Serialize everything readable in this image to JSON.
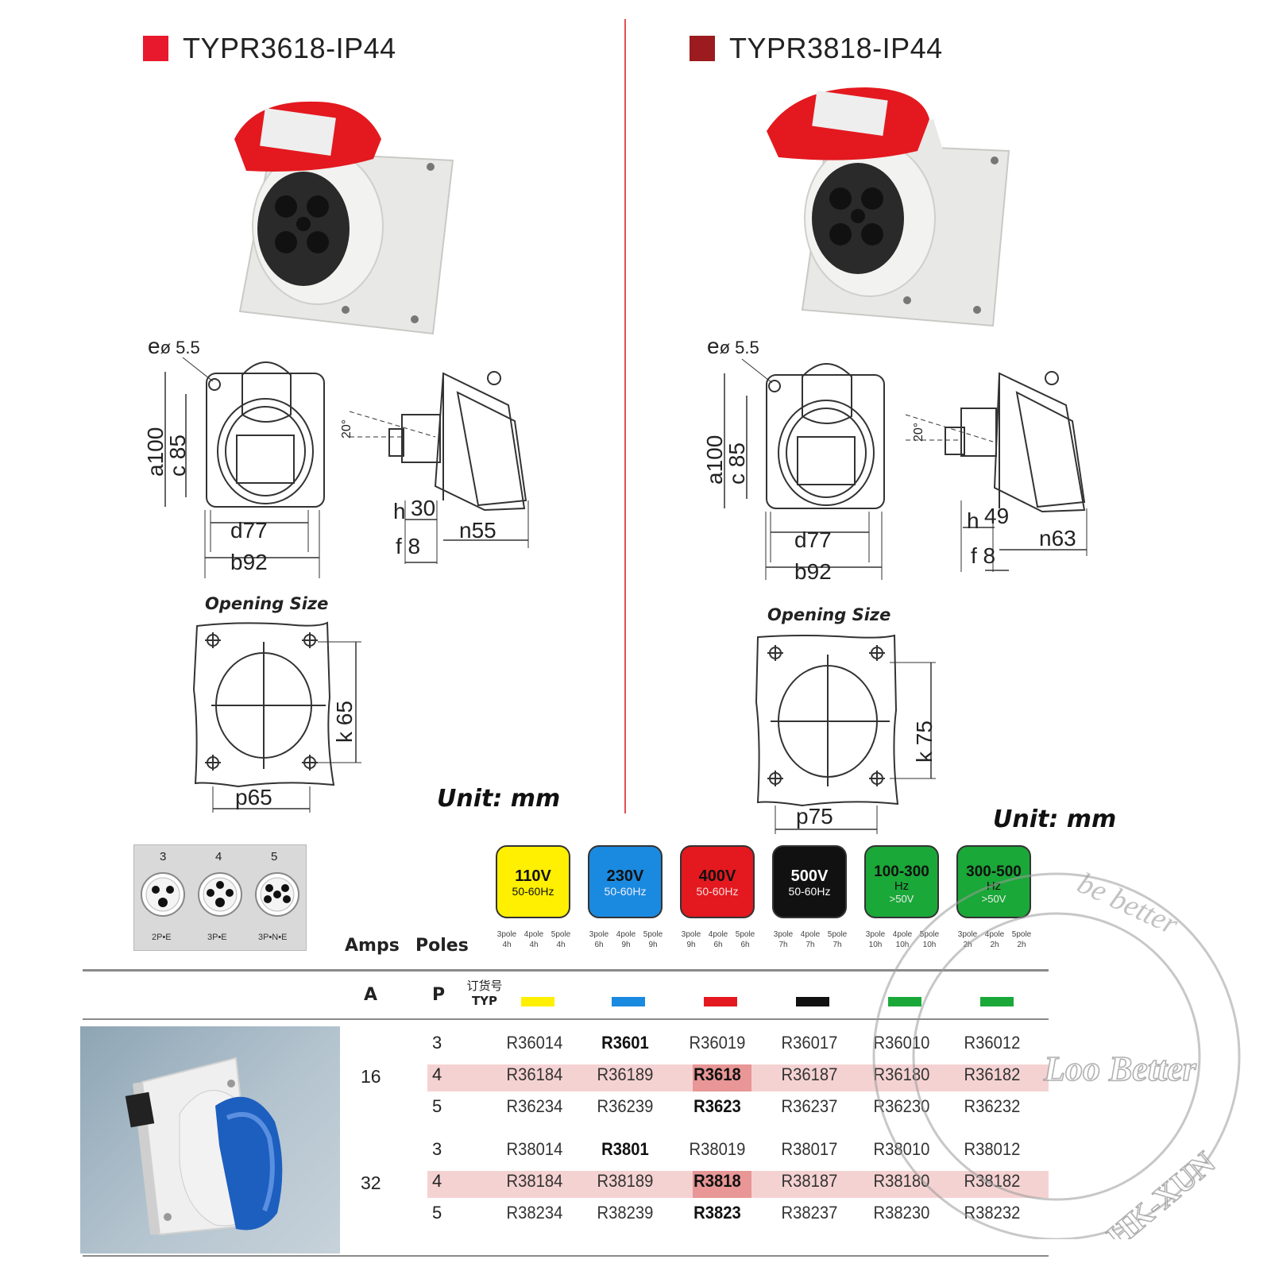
{
  "left": {
    "title": "TYPR3618-IP44",
    "square_color": "#e8192c",
    "dims": {
      "e": "e",
      "e_val": "ø 5.5",
      "a": "a100",
      "c": "c 85",
      "d": "d77",
      "b": "b92",
      "h": "h",
      "h_val": "30",
      "n": "n55",
      "f": "f 8",
      "angle": "20°",
      "k": "k 65",
      "p": "p65"
    },
    "opening_label": "Opening Size",
    "unit_label": "Unit: mm"
  },
  "right": {
    "title": "TYPR3818-IP44",
    "square_color": "#9b1b1e",
    "dims": {
      "e": "e",
      "e_val": "ø 5.5",
      "a": "a100",
      "c": "c 85",
      "d": "d77",
      "b": "b92",
      "h": "h",
      "h_val": "49",
      "n": "n63",
      "f": "f 8",
      "angle": "20°",
      "k": "k 75",
      "p": "p75"
    },
    "opening_label": "Opening Size",
    "unit_label": "Unit: mm"
  },
  "poles_panel": {
    "items": [
      {
        "num": "3",
        "label": "2P•E"
      },
      {
        "num": "4",
        "label": "3P•E"
      },
      {
        "num": "5",
        "label": "3P•N•E"
      }
    ]
  },
  "voltages": [
    {
      "v": "110V",
      "hz": "50-60Hz",
      "bg": "#ffef00",
      "fg": "#111111",
      "notes": [
        [
          "3pole",
          "4h"
        ],
        [
          "4pole",
          "4h"
        ],
        [
          "5pole",
          "4h"
        ]
      ]
    },
    {
      "v": "230V",
      "hz": "50-60Hz",
      "bg": "#1a8ae0",
      "fg": "#111111",
      "notes": [
        [
          "3pole",
          "6h"
        ],
        [
          "4pole",
          "9h"
        ],
        [
          "5pole",
          "9h"
        ]
      ]
    },
    {
      "v": "400V",
      "hz": "50-60Hz",
      "bg": "#e3191f",
      "fg": "#111111",
      "notes": [
        [
          "3pole",
          "9h"
        ],
        [
          "4pole",
          "6h"
        ],
        [
          "5pole",
          "6h"
        ]
      ]
    },
    {
      "v": "500V",
      "hz": "50-60Hz",
      "bg": "#111111",
      "fg": "#ffffff",
      "notes": [
        [
          "3pole",
          "7h"
        ],
        [
          "4pole",
          "7h"
        ],
        [
          "5pole",
          "7h"
        ]
      ]
    },
    {
      "v": "100-300",
      "hz": "Hz",
      "hz2": ">50V",
      "bg": "#1aa838",
      "fg": "#111111",
      "notes": [
        [
          "3pole",
          "10h"
        ],
        [
          "4pole",
          "10h"
        ],
        [
          "5pole",
          "10h"
        ]
      ]
    },
    {
      "v": "300-500",
      "hz": "Hz",
      "hz2": ">50V",
      "bg": "#1aa838",
      "fg": "#111111",
      "notes": [
        [
          "3pole",
          "2h"
        ],
        [
          "4pole",
          "2h"
        ],
        [
          "5pole",
          "2h"
        ]
      ]
    }
  ],
  "table": {
    "amps_label": "Amps",
    "poles_label": "Poles",
    "a_label": "A",
    "p_label": "P",
    "order_label_cn": "订货号",
    "order_label": "TYP",
    "bar_colors": [
      "#ffef00",
      "#1a8ae0",
      "#e3191f",
      "#111111",
      "#1aa838",
      "#1aa838"
    ],
    "groups": [
      {
        "amps": "16",
        "rows": [
          {
            "p": "3",
            "cells": [
              "R36014",
              "R3601",
              "R36019",
              "R36017",
              "R36010",
              "R36012"
            ],
            "bold": [
              1
            ]
          },
          {
            "p": "4",
            "cells": [
              "R36184",
              "R36189",
              "R3618",
              "R36187",
              "R36180",
              "R36182"
            ],
            "bold": [
              2
            ],
            "highlight": true
          },
          {
            "p": "5",
            "cells": [
              "R36234",
              "R36239",
              "R3623",
              "R36237",
              "R36230",
              "R36232"
            ],
            "bold": [
              2
            ]
          }
        ]
      },
      {
        "amps": "32",
        "rows": [
          {
            "p": "3",
            "cells": [
              "R38014",
              "R3801",
              "R38019",
              "R38017",
              "R38010",
              "R38012"
            ],
            "bold": [
              1
            ]
          },
          {
            "p": "4",
            "cells": [
              "R38184",
              "R38189",
              "R3818",
              "R38187",
              "R38180",
              "R38182"
            ],
            "bold": [
              2
            ],
            "highlight": true
          },
          {
            "p": "5",
            "cells": [
              "R38234",
              "R38239",
              "R3823",
              "R38237",
              "R38230",
              "R38232"
            ],
            "bold": [
              2
            ]
          }
        ]
      }
    ]
  },
  "watermark": {
    "top_text": "be better",
    "mid_text": "Loo Better",
    "bottom_text": "HK-XUN"
  }
}
